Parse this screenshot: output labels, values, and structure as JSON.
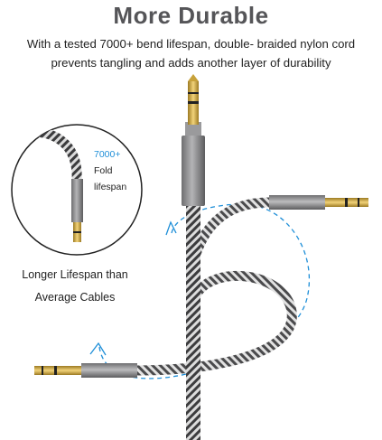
{
  "header": {
    "title": "More Durable",
    "description_line1": "With a tested 7000+ bend lifespan, double- braided nylon cord",
    "description_line2": "prevents tangling and adds another layer of durability"
  },
  "inset": {
    "fold_count": "7000+",
    "fold_word": "Fold",
    "fold_suffix": "lifespan"
  },
  "callout": {
    "line1": "Longer Lifespan than",
    "line2": "Average Cables"
  },
  "colors": {
    "title": "#555558",
    "accent_blue": "#1f8fd8",
    "metal_gray": "#8a8a8c",
    "gold": "#c8a23a",
    "braid_dark": "#3c3c3e",
    "braid_light": "#dcdcdc"
  }
}
